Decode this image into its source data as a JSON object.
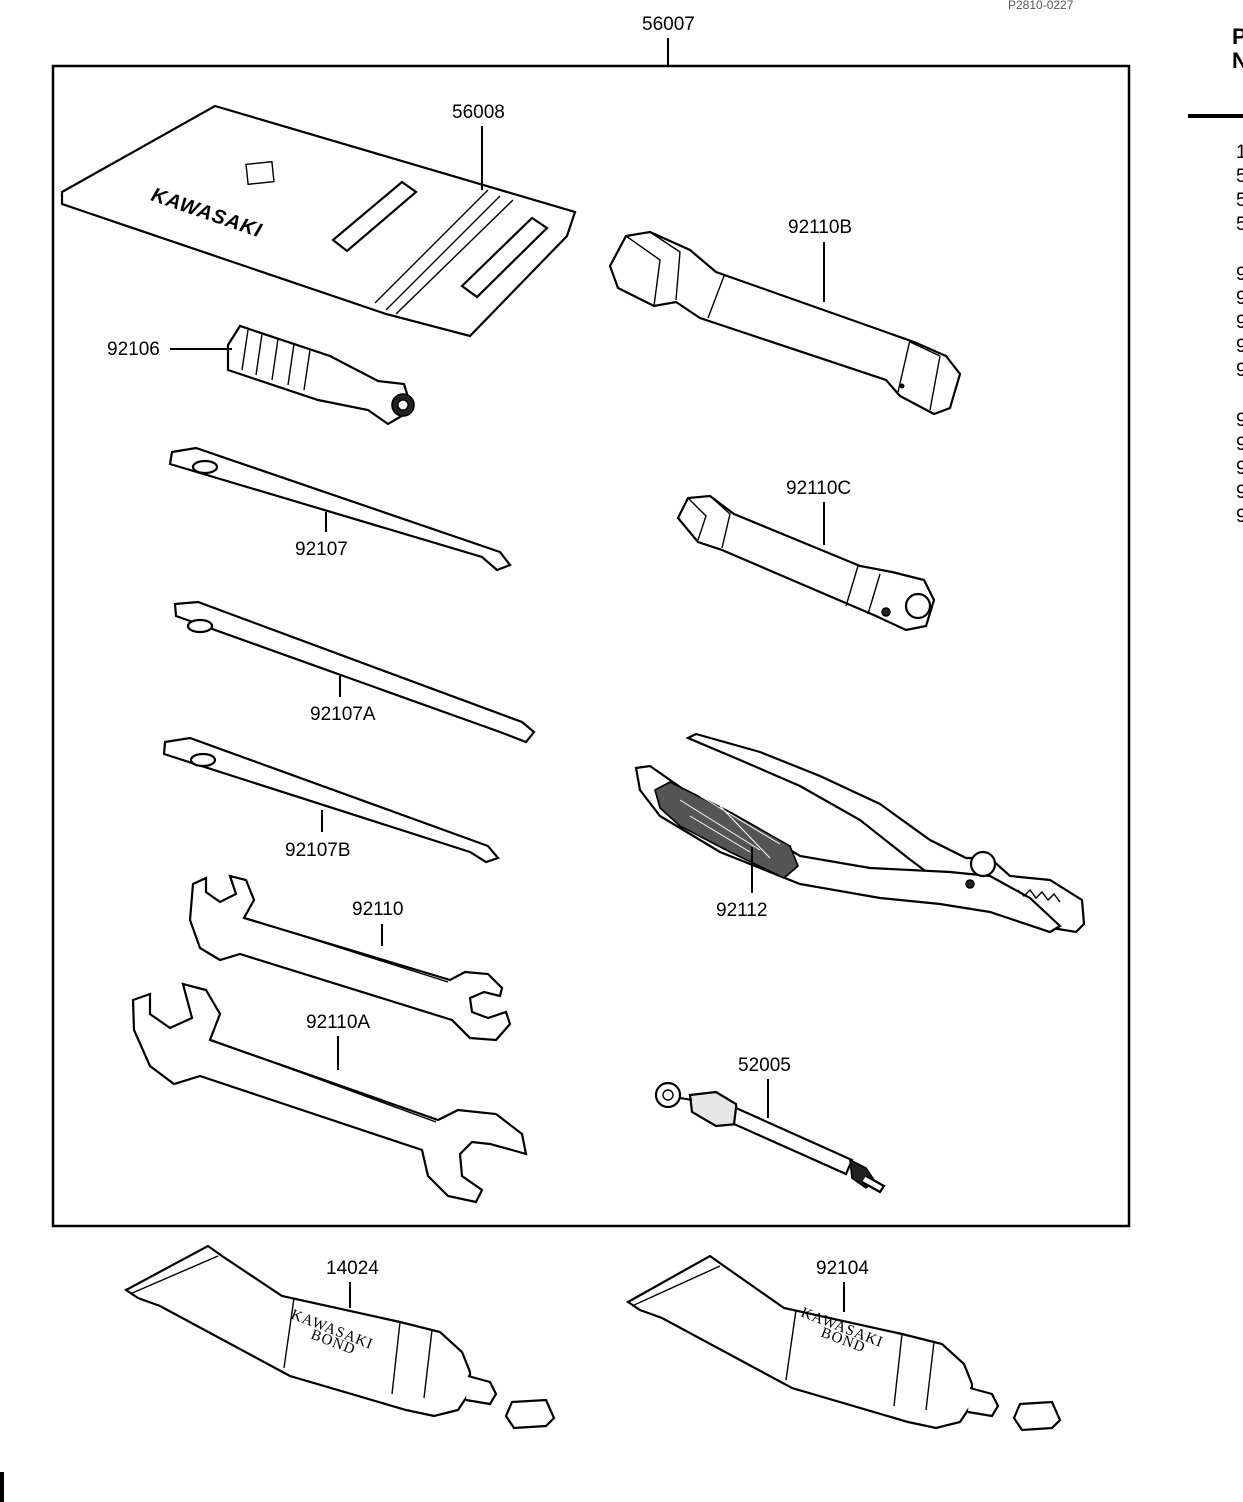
{
  "figure_code": "P2810-0227",
  "side_fragment": {
    "line1": "P",
    "line2": "N"
  },
  "side_list_fragment": [
    "1",
    "5",
    "5",
    "5",
    "9",
    "9",
    "9",
    "9",
    "9",
    "9",
    "9",
    "9",
    "9",
    "9"
  ],
  "assembly_label": "56007",
  "parts": {
    "tool_bag": {
      "label": "56008",
      "logo": "KAWASAKI"
    },
    "handle": {
      "label": "92106"
    },
    "screwdriver": {
      "label": "92107"
    },
    "screwdriver_a": {
      "label": "92107A"
    },
    "screwdriver_b": {
      "label": "92107B"
    },
    "wrench_92110": {
      "label": "92110"
    },
    "wrench_92110a": {
      "label": "92110A"
    },
    "box_wrench_b": {
      "label": "92110B"
    },
    "box_wrench_c": {
      "label": "92110C"
    },
    "pliers": {
      "label": "92112"
    },
    "gauge": {
      "label": "52005"
    },
    "bond_14024": {
      "label": "14024",
      "line1": "KAWASAKI",
      "line2": "BOND"
    },
    "bond_92104": {
      "label": "92104",
      "line1": "KAWASAKI",
      "line2": "BOND"
    }
  }
}
